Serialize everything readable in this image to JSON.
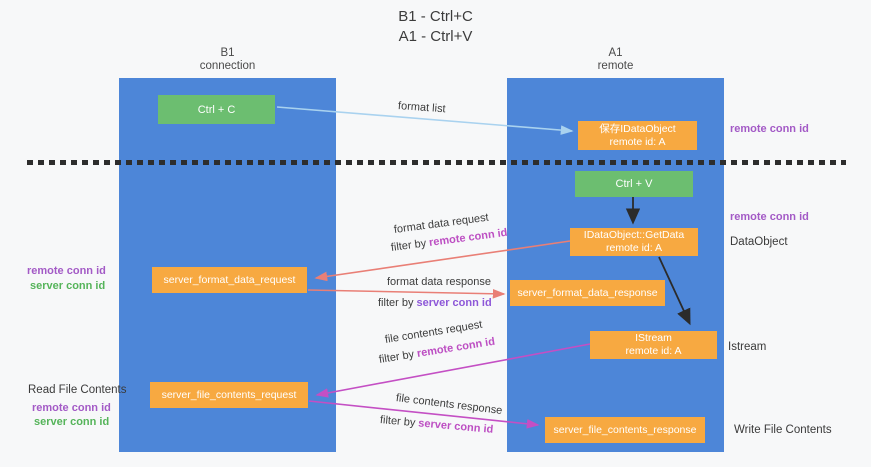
{
  "title": {
    "line1": "B1 - Ctrl+C",
    "line2": "A1 - Ctrl+V"
  },
  "lifelines": {
    "left": {
      "title": "B1",
      "subtitle": "connection"
    },
    "right": {
      "title": "A1",
      "subtitle": "remote"
    }
  },
  "nodes": {
    "ctrl_c": {
      "label": "Ctrl + C"
    },
    "save_dataobject": {
      "line1": "保存IDataObject",
      "line2": "remote id: A"
    },
    "ctrl_v": {
      "label": "Ctrl + V"
    },
    "getdata": {
      "line1": "IDataObject::GetData",
      "line2": "remote id: A"
    },
    "istream": {
      "line1": "IStream",
      "line2": "remote id: A"
    },
    "format_request": {
      "label": "server_format_data_request"
    },
    "format_response": {
      "label": "server_format_data_response"
    },
    "file_request": {
      "label": "server_file_contents_request"
    },
    "file_response": {
      "label": "server_file_contents_response"
    }
  },
  "flow_labels": {
    "format_list": "format list",
    "filter_by": "filter by",
    "format_data_request": "format data request",
    "format_data_response": "format data response",
    "file_contents_request": "file contents request",
    "file_contents_response": "file contents response",
    "remote_conn_id": "remote conn id",
    "server_conn_id": "server conn id"
  },
  "side_labels": {
    "right_top_remote_conn_id": "remote conn id",
    "right_mid_remote_conn_id": "remote conn id",
    "dataobject": "DataObject",
    "istream": "Istream",
    "write_file_contents": "Write File Contents",
    "left_remote_conn_id": "remote conn id",
    "left_server_conn_id": "server conn id",
    "read_file_contents": "Read File Contents",
    "left_bottom_remote_conn_id": "remote conn id",
    "left_bottom_server_conn_id": "server conn id"
  },
  "colors": {
    "lifeline_blue": "#4d86d8",
    "node_orange": "#f7a941",
    "node_green": "#6cbe70",
    "arrow_light_blue": "#a9d2ef",
    "arrow_salmon": "#e97f76",
    "arrow_magenta": "#c44fc4",
    "arrow_black": "#2b2b2b",
    "label_purple": "#a35ac6",
    "label_green": "#55b45a",
    "label_violet": "#8d57d8",
    "label_magenta": "#bd4fc3"
  }
}
